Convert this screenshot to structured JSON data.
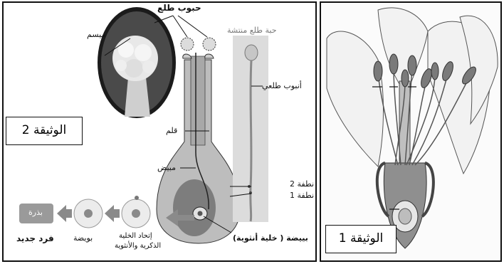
{
  "document2": {
    "title": "الوثيقة 2",
    "labels": {
      "pollen_grains": "حبوب طلع",
      "stigma": "ميسم",
      "germinated_pollen": "حبة طلع منتشة",
      "pollen_tube": "أنبوب طلعي",
      "style": "قلم",
      "ovary": "مبيض",
      "nucleus_2": "نطفة 2",
      "nucleus_1": "نطفة 1",
      "ovule": "بييضة ( خلية أنثوية)",
      "seed": "بذرة",
      "new_individual": "فرد جديد",
      "egg": "بويضة",
      "fusion_line1": "إتحاد الخلية",
      "fusion_line2": "الذكرية والأنثوية"
    }
  },
  "document1": {
    "title": "الوثيقة 1"
  },
  "colors": {
    "ink": "#111111",
    "pistil_fill": "#bdbdbd",
    "tube_fill": "#d9d9d9",
    "arrow_fill": "#8a8a8a",
    "petal_fill": "#f2f2f2",
    "anther_fill": "#7a7a7a"
  }
}
